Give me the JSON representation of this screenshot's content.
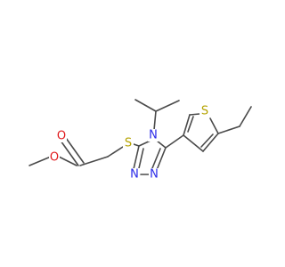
{
  "colors": {
    "bond": "#4a4a4a",
    "carbon": "#4a4a4a",
    "oxygen": "#e0191c",
    "nitrogen": "#2a2ae8",
    "sulfur": "#b5a300",
    "background": "#ffffff"
  },
  "atoms": {
    "o_carbonyl": "O",
    "o_ester": "O",
    "s_thioether": "S",
    "n_ring_iso": "N",
    "n_ring_a": "N",
    "n_ring_b": "N",
    "s_thiophene": "S"
  }
}
